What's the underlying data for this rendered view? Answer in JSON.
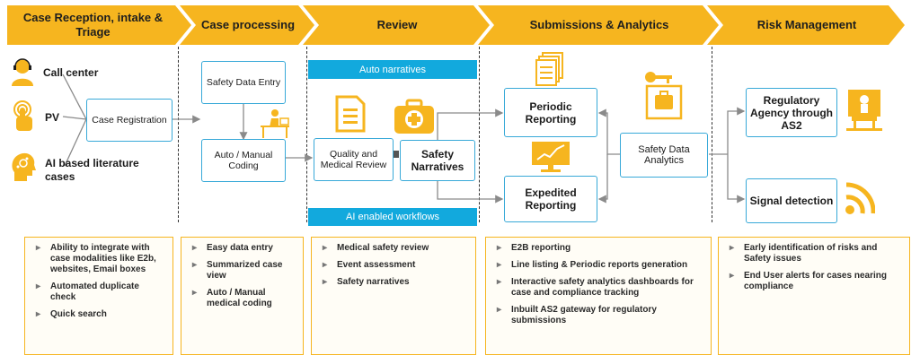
{
  "stages": [
    {
      "label": "Case Reception, intake & Triage"
    },
    {
      "label": "Case processing"
    },
    {
      "label": "Review"
    },
    {
      "label": "Submissions & Analytics"
    },
    {
      "label": "Risk Management"
    }
  ],
  "sources": [
    {
      "label": "Call center",
      "icon": "person-headset-icon"
    },
    {
      "label": "PV",
      "icon": "touch-hand-icon"
    },
    {
      "label": "AI based literature cases",
      "icon": "ai-head-icon"
    }
  ],
  "nodes": {
    "case_registration": "Case Registration",
    "safety_data_entry": "Safety Data Entry",
    "auto_manual_coding": "Auto / Manual Coding",
    "quality_medical_review": "Quality and Medical Review",
    "safety_narratives": "Safety Narratives",
    "periodic_reporting": "Periodic Reporting",
    "expedited_reporting": "Expedited Reporting",
    "safety_data_analytics": "Safety Data Analytics",
    "regulatory_agency": "Regulatory Agency through AS2",
    "signal_detection": "Signal detection"
  },
  "bands": {
    "auto_narratives": "Auto narratives",
    "ai_workflows": "AI enabled workflows"
  },
  "panels": [
    {
      "items": [
        "Ability to integrate with case modalities like E2b, websites, Email boxes",
        "Automated duplicate check",
        "Quick search"
      ]
    },
    {
      "items": [
        "Easy data entry",
        "Summarized case view",
        "Auto / Manual medical  coding"
      ]
    },
    {
      "items": [
        "Medical safety review",
        "Event assessment",
        "Safety narratives"
      ]
    },
    {
      "items": [
        "E2B reporting",
        "Line listing & Periodic reports generation",
        "Interactive safety analytics dashboards for case and compliance tracking",
        "Inbuilt AS2 gateway for regulatory submissions"
      ]
    },
    {
      "items": [
        "Early identification of risks and Safety issues",
        "End User alerts for cases nearing compliance"
      ]
    }
  ],
  "colors": {
    "accent": "#f6b51f",
    "blue": "#12a9dd",
    "box_border": "#38a9d8"
  }
}
